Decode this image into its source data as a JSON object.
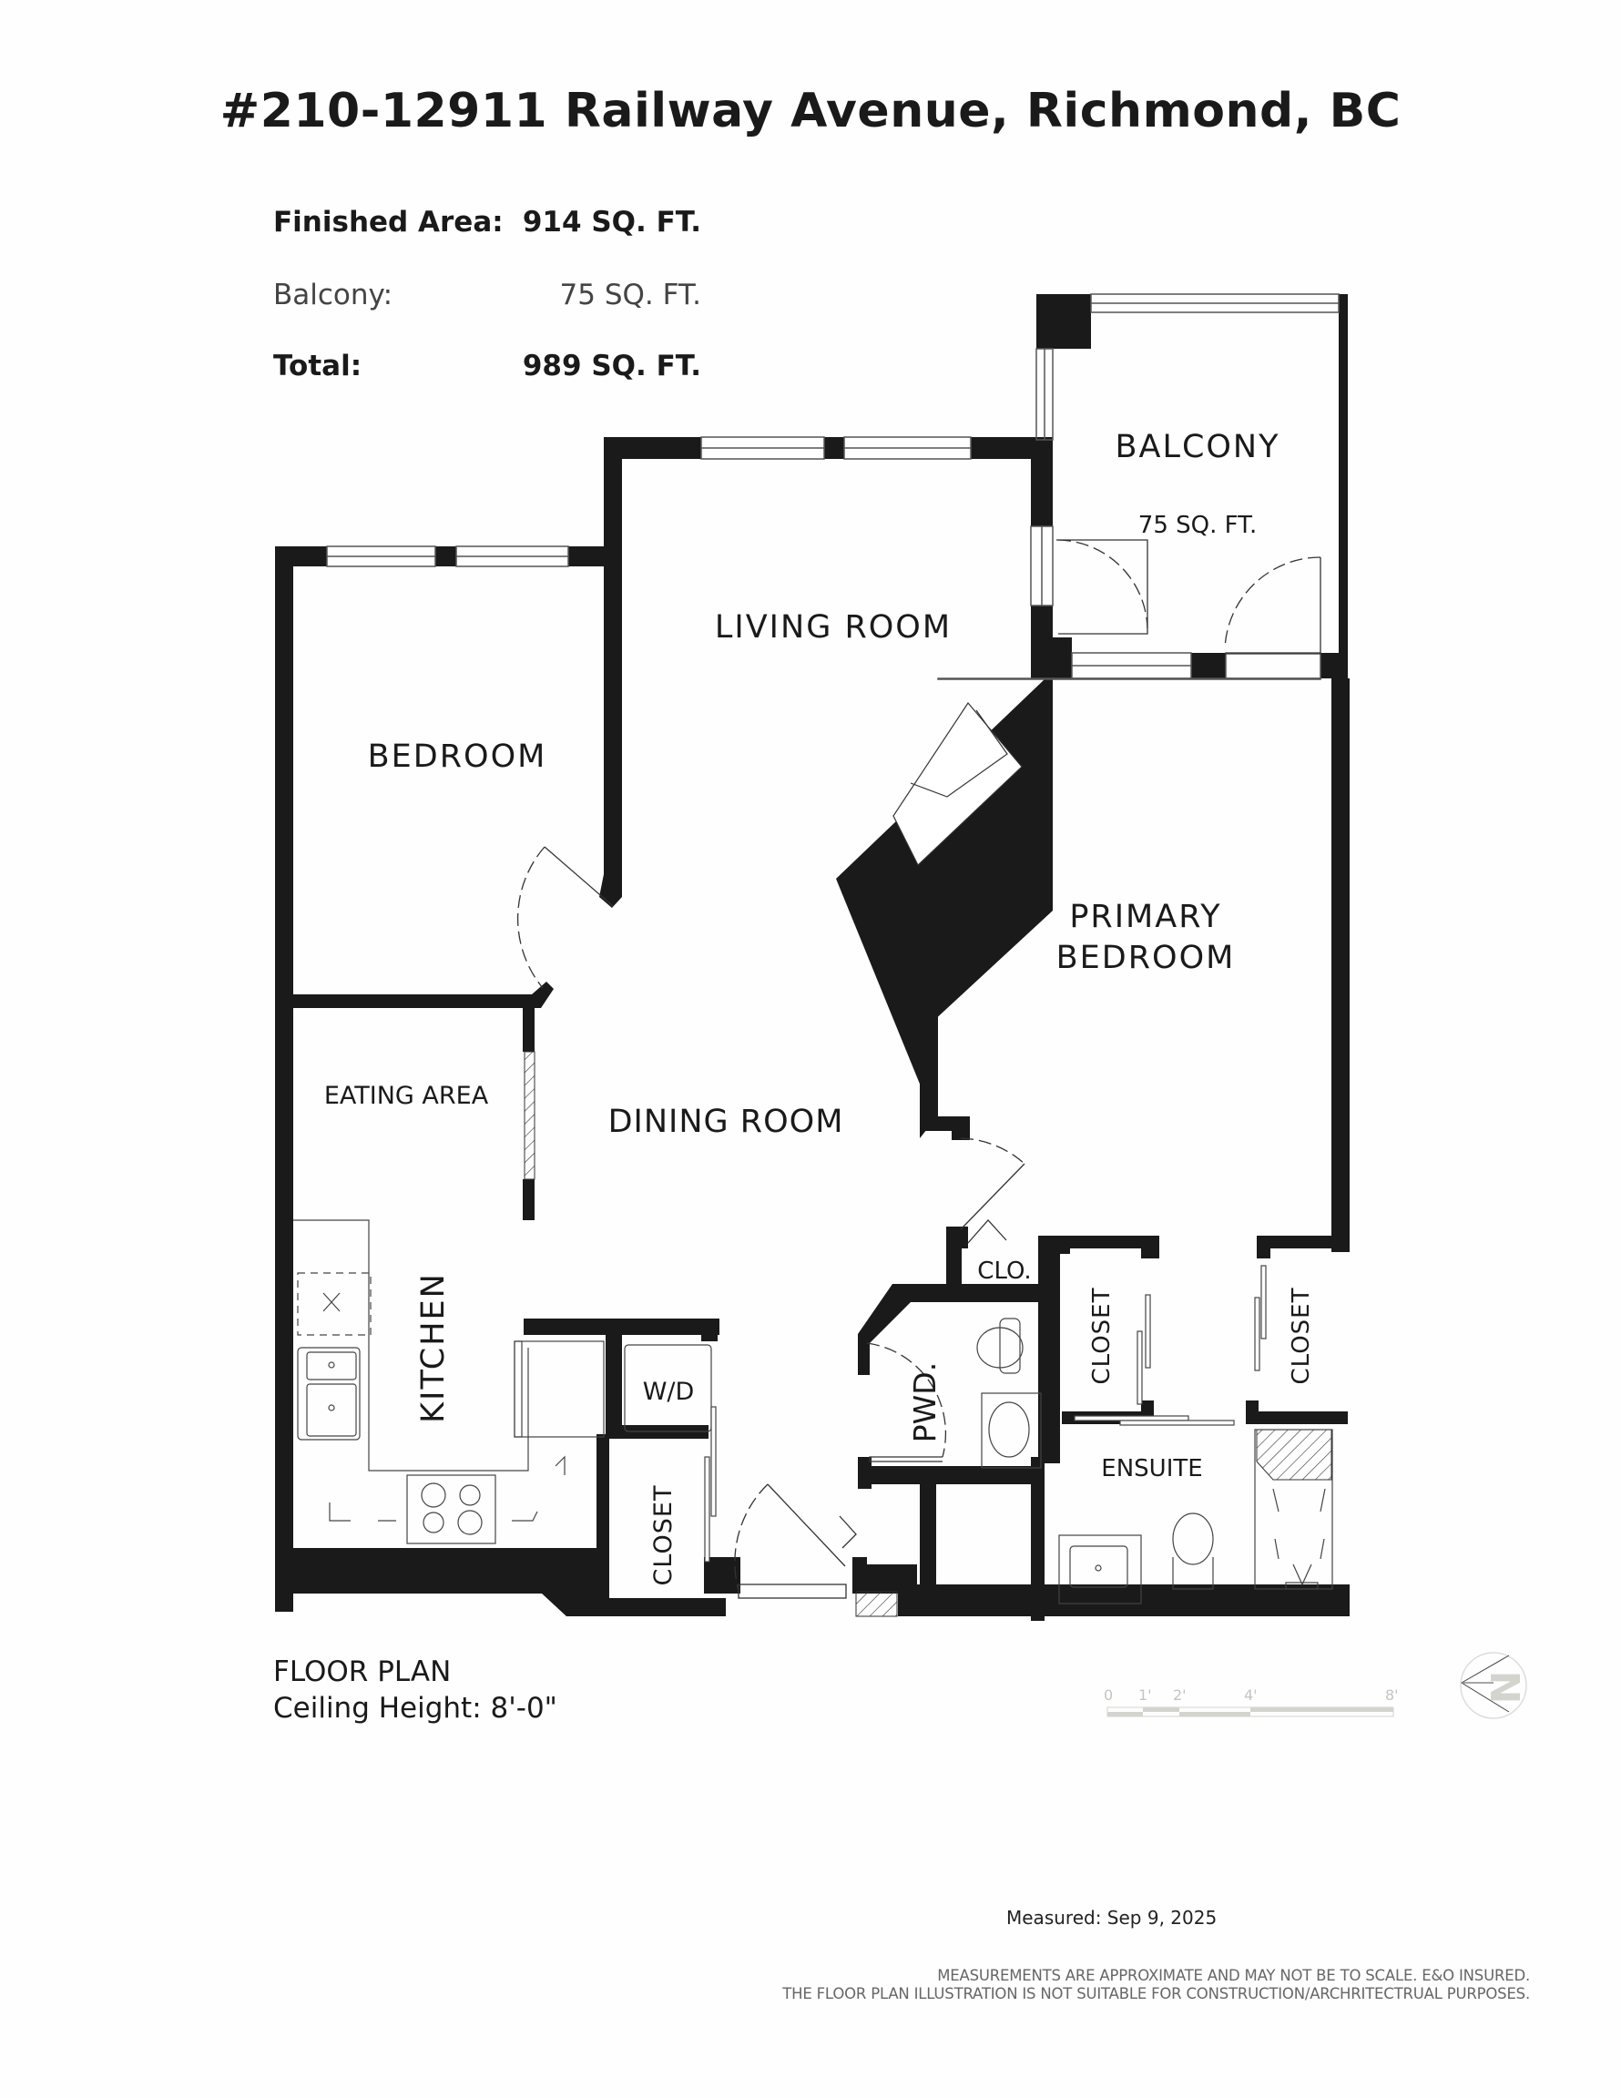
{
  "header": {
    "title": "#210-12911 Railway Avenue, Richmond, BC"
  },
  "areas": [
    {
      "label": "Finished Area:",
      "value": "914 SQ. FT.",
      "style": "bold"
    },
    {
      "label": "Balcony:",
      "value": "75 SQ. FT.",
      "style": "light"
    },
    {
      "label": "Total:",
      "value": "989 SQ. FT.",
      "style": "bold"
    }
  ],
  "rooms": {
    "balcony": "BALCONY",
    "balcony_area": "75 SQ. FT.",
    "living_room": "LIVING ROOM",
    "bedroom": "BEDROOM",
    "primary_bedroom_line1": "PRIMARY",
    "primary_bedroom_line2": "BEDROOM",
    "eating_area": "EATING AREA",
    "dining_room": "DINING ROOM",
    "kitchen": "KITCHEN",
    "wd": "W/D",
    "closet_entry": "CLOSET",
    "powder": "PWD.",
    "clo": "CLO.",
    "closet_left": "CLOSET",
    "closet_right": "CLOSET",
    "ensuite": "ENSUITE"
  },
  "footer": {
    "plan_title": "FLOOR PLAN",
    "ceiling_height": "Ceiling Height: 8'-0\"",
    "measured": "Measured: Sep 9, 2025",
    "disclaimer_line1": "MEASUREMENTS ARE APPROXIMATE AND MAY NOT BE TO SCALE. E&O INSURED.",
    "disclaimer_line2": "THE FLOOR PLAN ILLUSTRATION IS NOT SUITABLE FOR CONSTRUCTION/ARCHRITECTRUAL PURPOSES."
  },
  "scale_bar": {
    "ticks": [
      "0",
      "1'",
      "2'",
      "4'",
      "8'"
    ],
    "color": "#d4d4cf"
  },
  "compass": {
    "icon": "north-arrow-icon",
    "letter": "N"
  },
  "colors": {
    "wall": "#1a1a1a",
    "line": "#333333",
    "background": "#fefefe",
    "scale_gray": "#d4d4cf"
  }
}
